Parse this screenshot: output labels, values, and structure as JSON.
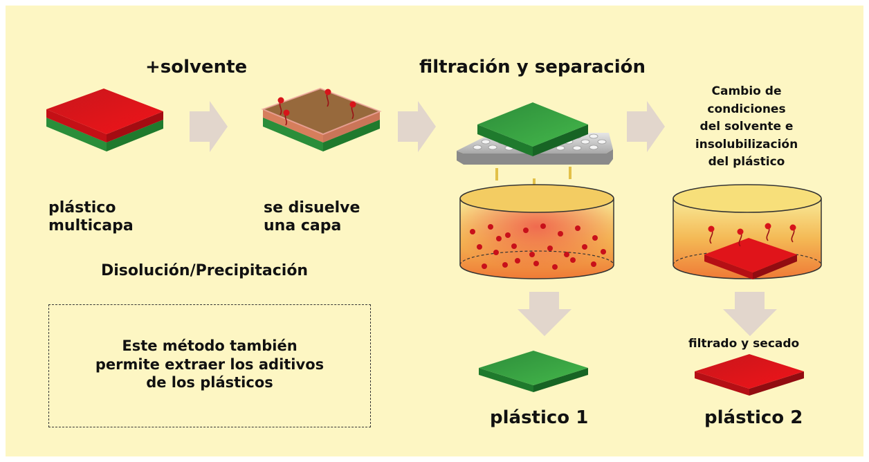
{
  "colors": {
    "background": "#fdf6c3",
    "red": "#e0141a",
    "green": "#2f9e3e",
    "arrow": "#e2d6cc",
    "solvent_top": "#f7e48a",
    "solvent_mid": "#f18a3c"
  },
  "labels": {
    "solvent_step": "+solvente",
    "filtration_step": "filtración y separación",
    "condition_change": "Cambio de\ncondiciones\ndel solvente e\ninsolubilización\ndel plástico",
    "multilayer": "plástico\nmulticapa",
    "dissolves": "se disuelve\nuna capa",
    "method": "Disolución/Precipitación",
    "note": "Este método también\npermite extraer los aditivos\nde los plásticos",
    "filter_dry": "filtrado y secado",
    "plastic1": "plástico 1",
    "plastic2": "plástico 2"
  }
}
